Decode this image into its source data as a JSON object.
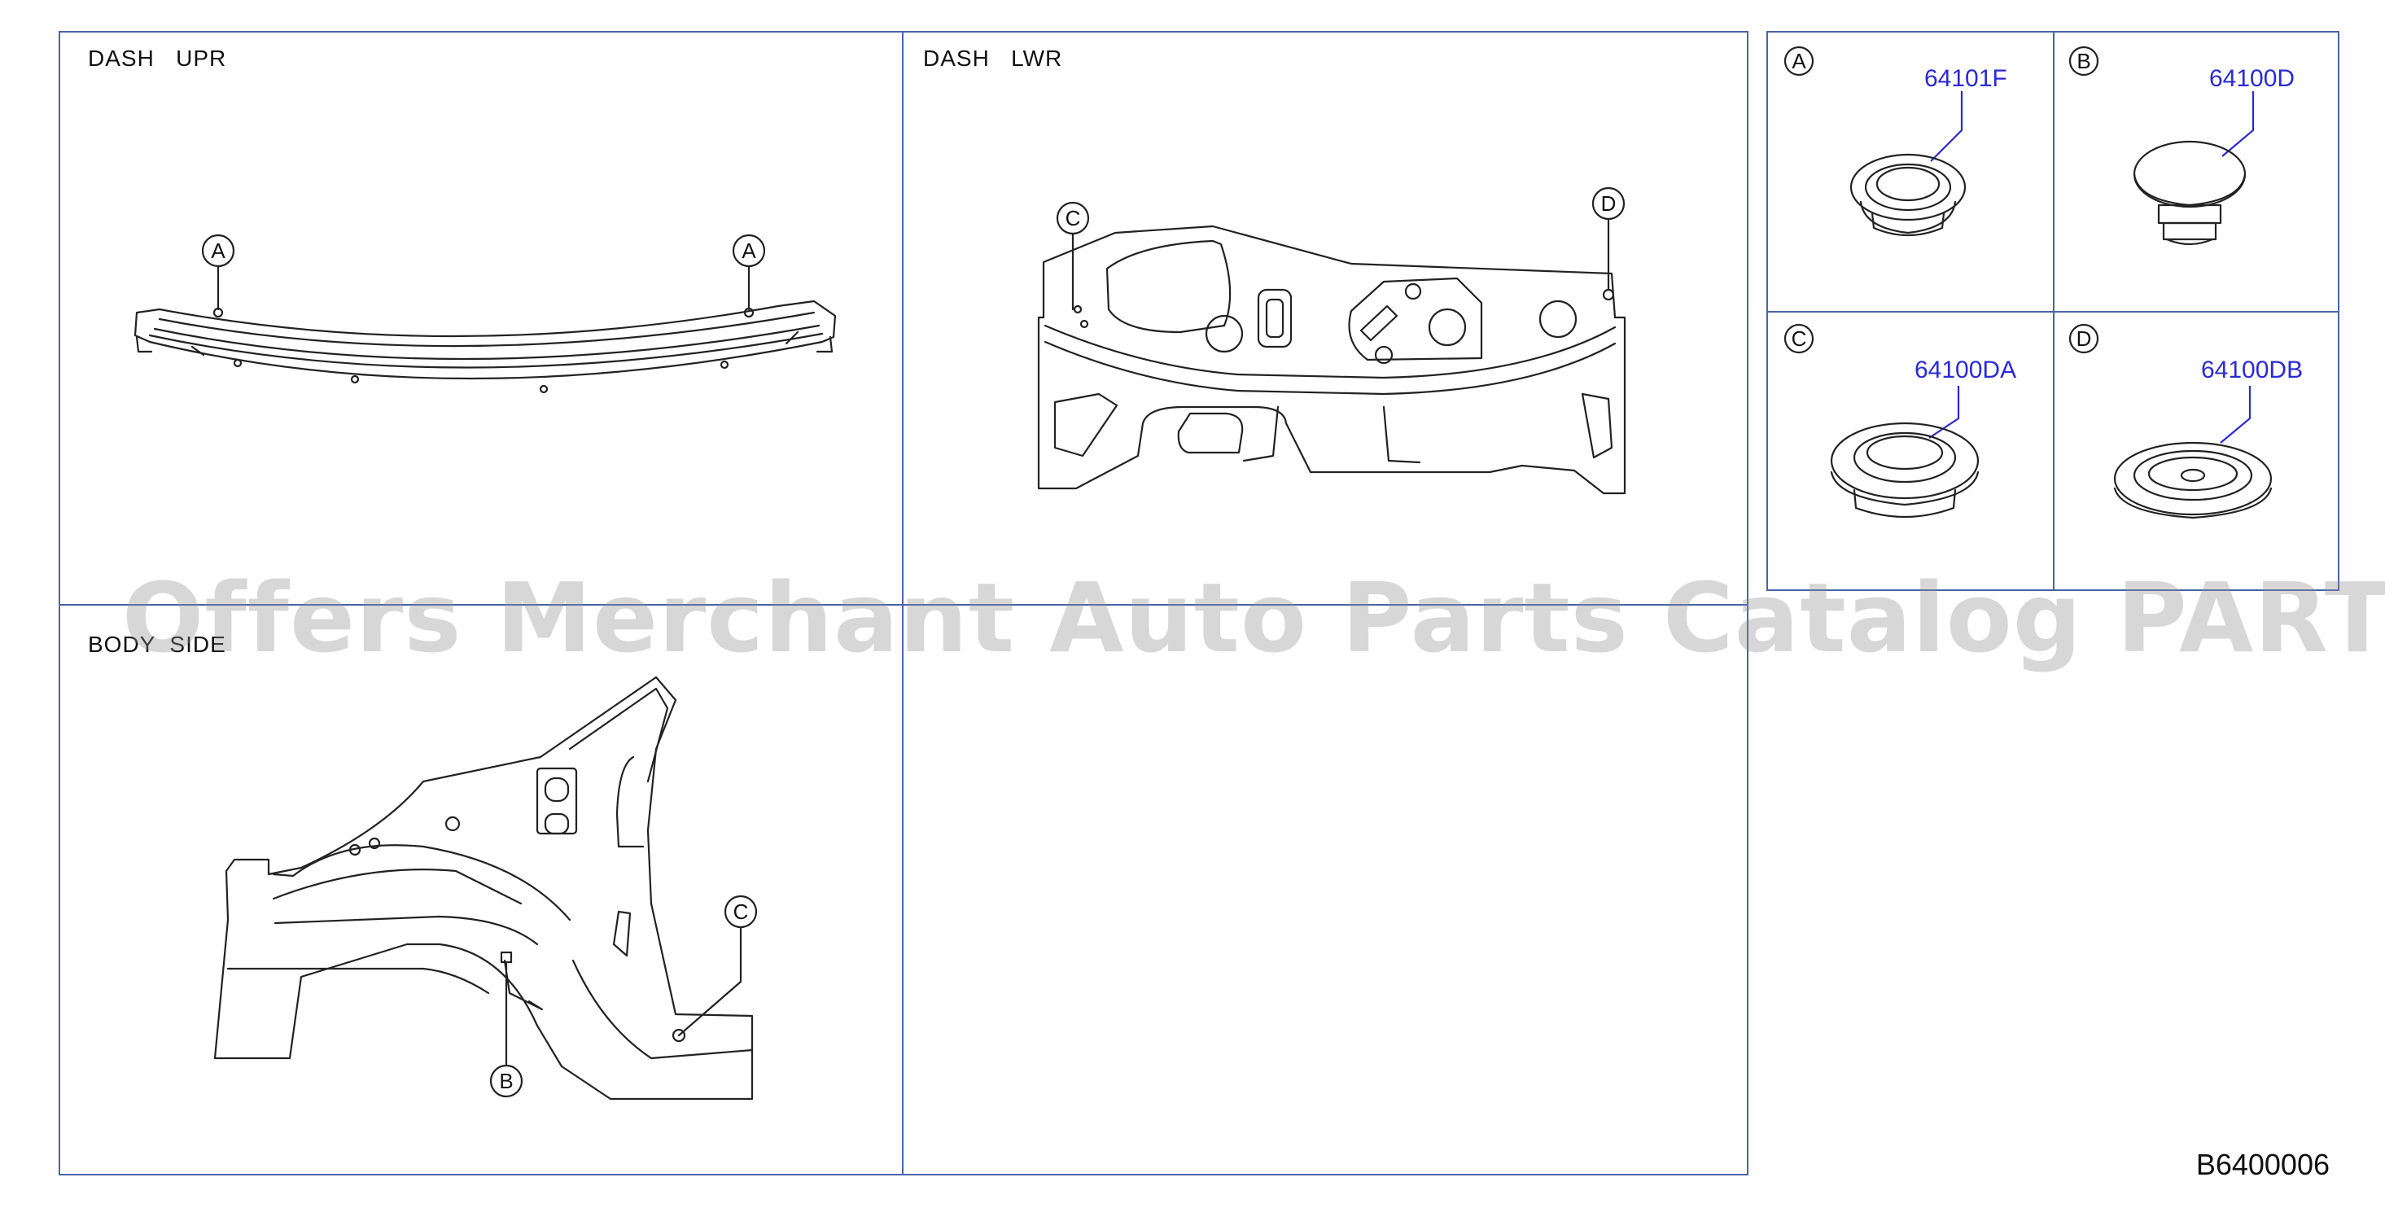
{
  "diagram": {
    "panels": {
      "dash_upr": {
        "label": "DASH   UPR"
      },
      "dash_lwr": {
        "label": "DASH   LWR"
      },
      "body_side": {
        "label": "BODY  SIDE"
      }
    },
    "callouts": {
      "a": "A",
      "b": "B",
      "c": "C",
      "d": "D"
    },
    "parts": [
      {
        "key": "A",
        "part_number": "64101F"
      },
      {
        "key": "B",
        "part_number": "64100D"
      },
      {
        "key": "C",
        "part_number": "64100DA"
      },
      {
        "key": "D",
        "part_number": "64100DB"
      }
    ],
    "diagram_code": "B6400006"
  },
  "watermark": "Offers Merchant Auto Parts Catalog PARTSTORE.SA",
  "colors": {
    "border": "#4a64a8",
    "part_number": "#2a2ad6",
    "line": "#222222"
  }
}
